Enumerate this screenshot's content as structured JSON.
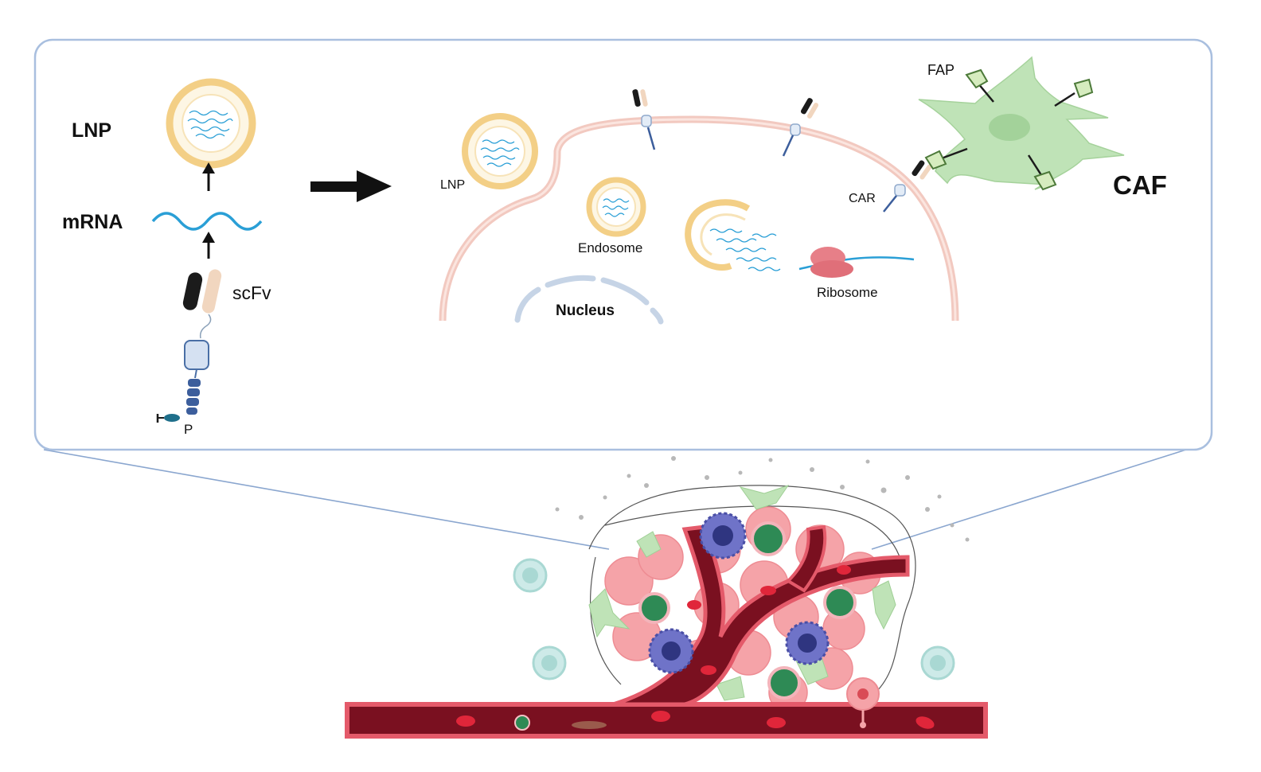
{
  "labels": {
    "lnp_left": "LNP",
    "mrna": "mRNA",
    "scfv": "scFv",
    "p": "P",
    "lnp_cell": "LNP",
    "endosome": "Endosome",
    "nucleus": "Nucleus",
    "ribosome": "Ribosome",
    "car": "CAR",
    "fap": "FAP",
    "caf": "CAF"
  },
  "colors": {
    "panel_border": "#a9bfdf",
    "lnp_fill": "#fdf6e4",
    "lnp_ring": "#f3cf86",
    "rna": "#2a9fd6",
    "membrane": "#f2c9c0",
    "caf_cell": "#bfe3b7",
    "vessel": "#7a1020",
    "vessel_edge": "#e45a6a",
    "tumor_cell": "#f5a3a8",
    "immune_green": "#2e8a55",
    "immune_purple": "#4a4fa6",
    "floating_cell": "#bfe3e0"
  }
}
